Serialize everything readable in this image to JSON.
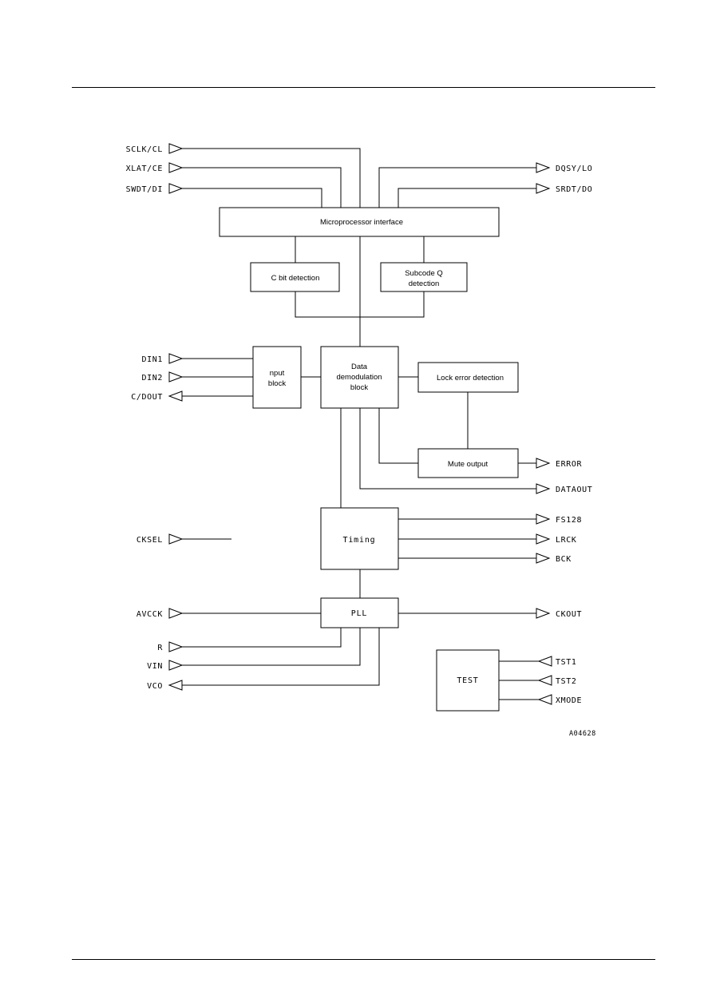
{
  "blocks": {
    "microprocessor_interface": "Microprocessor interface",
    "c_bit_detection": "C bit detection",
    "subcode_q_detection": [
      "Subcode Q",
      "detection"
    ],
    "input_block": [
      "nput",
      "block"
    ],
    "data_demodulation_block": [
      "Data",
      "demodulation",
      "block"
    ],
    "lock_error_detection": "Lock error detection",
    "mute_output": "Mute output",
    "timing": "Timing",
    "pll": "PLL",
    "test": "TEST"
  },
  "pins": {
    "sclk_cl": "SCLK/CL",
    "xlat_ce": "XLAT/CE",
    "swdt_di": "SWDT/DI",
    "dqsy_lo": "DQSY/LO",
    "srdt_do": "SRDT/DO",
    "din1": "DIN1",
    "din2": "DIN2",
    "c_dout": "C/DOUT",
    "error": "ERROR",
    "dataout": "DATAOUT",
    "fs128": "FS128",
    "lrck": "LRCK",
    "bck": "BCK",
    "cksel": "CKSEL",
    "avcck": "AVCCK",
    "ckout": "CKOUT",
    "r": "R",
    "vin": "VIN",
    "vco": "VCO",
    "tst1": "TST1",
    "tst2": "TST2",
    "xmode": "XMODE"
  },
  "figure_code": "A04628"
}
